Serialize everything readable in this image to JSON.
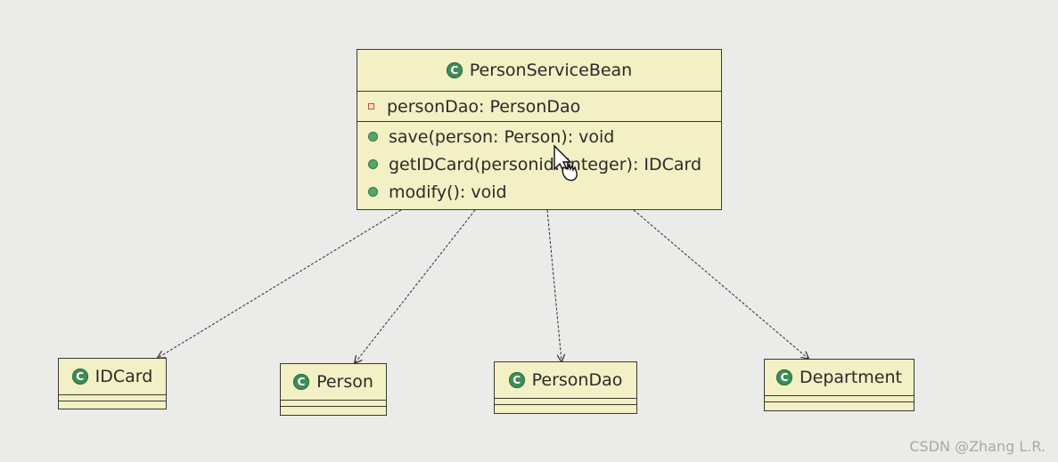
{
  "main_class": {
    "name": "PersonServiceBean",
    "attributes": [
      {
        "visibility": "private",
        "text": "personDao: PersonDao"
      }
    ],
    "methods": [
      {
        "visibility": "public",
        "text": "save(person: Person): void"
      },
      {
        "visibility": "public",
        "text": "getIDCard(personid: Integer): IDCard"
      },
      {
        "visibility": "public",
        "text": "modify(): void"
      }
    ]
  },
  "dependencies": [
    {
      "name": "IDCard"
    },
    {
      "name": "Person"
    },
    {
      "name": "PersonDao"
    },
    {
      "name": "Department"
    }
  ],
  "class_icon_glyph": "C",
  "icons": {
    "class": "class-icon",
    "private_field": "private-field-icon",
    "public_method": "public-method-icon",
    "cursor": "mouse-cursor-icon"
  },
  "colors": {
    "box_fill": "#f2f0c4",
    "box_border": "#3a3a30",
    "class_icon": "#3f8c5a",
    "private_icon": "#c4493e",
    "public_icon": "#57a56b",
    "arrow": "#2a2a2a"
  },
  "watermark": "CSDN @Zhang L.R."
}
